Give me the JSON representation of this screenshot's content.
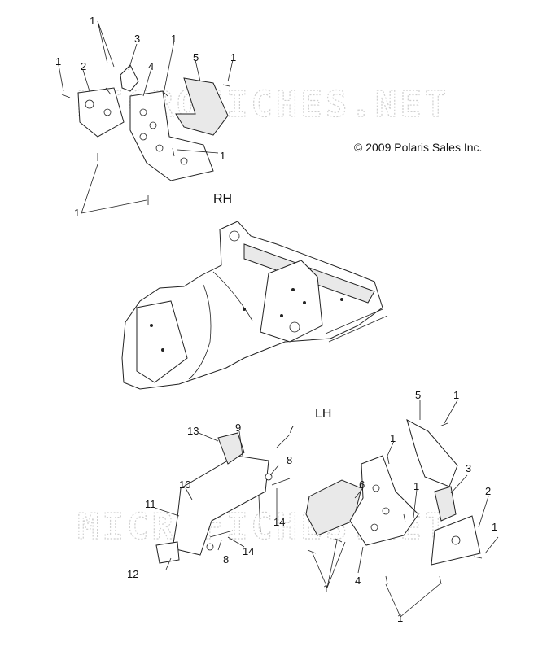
{
  "copyright": "© 2009 Polaris Sales Inc.",
  "watermark": "MICROFICHES.NET",
  "section_labels": {
    "rh": "RH",
    "lh": "LH"
  },
  "callouts": {
    "rh": [
      "1",
      "1",
      "1",
      "1",
      "1",
      "1",
      "2",
      "3",
      "4",
      "5"
    ],
    "lh": [
      "1",
      "1",
      "1",
      "1",
      "1",
      "1",
      "2",
      "3",
      "4",
      "5",
      "6",
      "7",
      "8",
      "8",
      "9",
      "10",
      "11",
      "12",
      "13",
      "14",
      "14"
    ]
  }
}
